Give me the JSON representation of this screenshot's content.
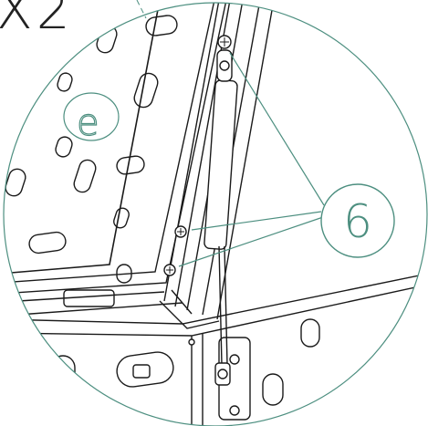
{
  "detail": {
    "label": "X2"
  },
  "callout": {
    "number": "6",
    "ring_color": "#4d8f80"
  },
  "marker": {
    "letter": "e"
  },
  "colors": {
    "linework": "#1a1a1a",
    "annotation": "#4d8f80",
    "background": "#ffffff"
  }
}
